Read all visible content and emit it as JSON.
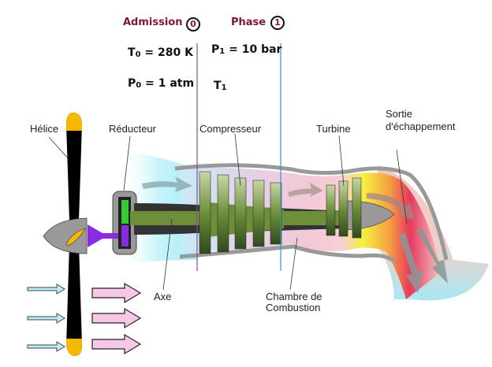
{
  "header": {
    "phase0": {
      "title": "Admission",
      "badge": "0"
    },
    "phase1": {
      "title": "Phase",
      "badge": "1"
    }
  },
  "state0": {
    "temperature": {
      "symbol": "T",
      "sub": "0",
      "text": " = 280 K"
    },
    "pressure": {
      "symbol": "P",
      "sub": "0",
      "text": " = 1 atm"
    }
  },
  "state1": {
    "pressure": {
      "symbol": "P",
      "sub": "1",
      "text": " = 10 bar"
    },
    "temperature": {
      "symbol": "T",
      "sub": "1",
      "text": ""
    }
  },
  "labels": {
    "helice": "Hélice",
    "reducteur": "Réducteur",
    "compresseur": "Compresseur",
    "turbine": "Turbine",
    "sortie_line1": "Sortie",
    "sortie_line2": "d'échappement",
    "axe": "Axe",
    "chambre_line1": "Chambre de",
    "chambre_line2": "Combustion"
  },
  "colors": {
    "phase_title": "#7a1a2e",
    "line_phase0": "#8a4f8f",
    "line_phase1": "#2a9ec0",
    "blade_tip": "#f5b800",
    "gear_green": "#33cc33",
    "gear_purple": "#8a2be2",
    "shaft": "#6e8f3a",
    "inlet_air": "#b8f0f8",
    "hot_air": "#f2b8c8"
  }
}
